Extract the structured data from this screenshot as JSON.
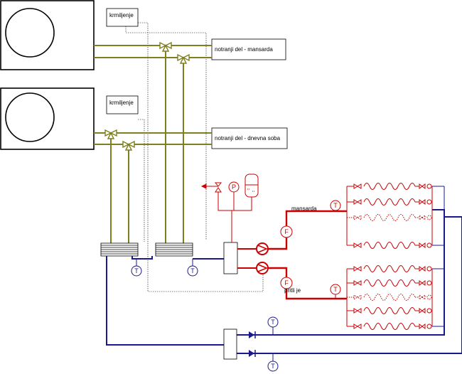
{
  "labels": {
    "control_upper": "krmiljenje",
    "control_lower": "krmiljenje",
    "indoor_attic": "notranji del  - mansarda",
    "indoor_living": "notranji del  - dnevna soba",
    "branch_attic": "mansarda",
    "branch_ground": "pritli je"
  },
  "symbols": {
    "temperature": "T",
    "pressure": "P",
    "flow": "F"
  },
  "colors": {
    "olive": "#7f7f1f",
    "red": "#cc0000",
    "blue": "#1a1a8c",
    "black": "#000000"
  }
}
